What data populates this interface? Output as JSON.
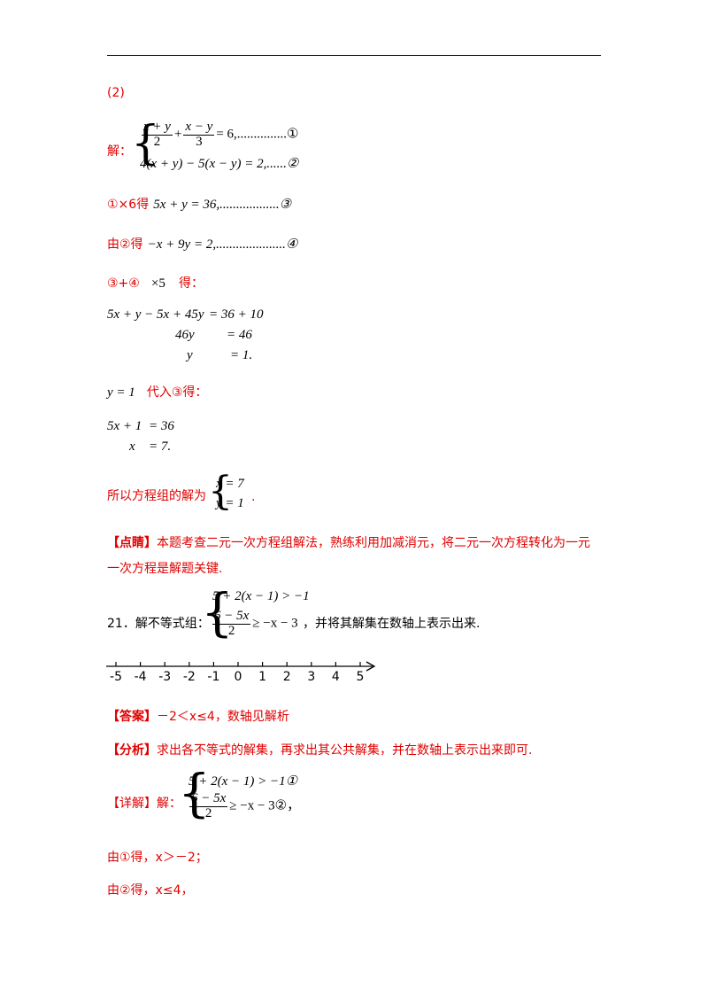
{
  "part_label": "(2)",
  "sol1": {
    "prefix": "解：",
    "eq1": {
      "num_a": "x + y",
      "den_a": "2",
      "plus": "+",
      "num_b": "x − y",
      "den_b": "3",
      "rest": "= 6,...............①"
    },
    "eq2": "4(x + y) − 5(x − y) = 2,......②"
  },
  "step1": {
    "left": "①×6",
    "mid": "得",
    "eq": "5x + y = 36,..................③"
  },
  "step2": {
    "left": "由②得",
    "eq": "−x + 9y = 2,.....................④"
  },
  "step3": {
    "left": "③+④",
    "mult": "×5",
    "right": "得："
  },
  "align1": {
    "r1l": "5x + y − 5x + 45y",
    "r1r": "= 36 + 10",
    "r2l": "46y",
    "r2r": "= 46",
    "r3l": "y",
    "r3r": "= 1."
  },
  "subst": {
    "eq": "y = 1",
    "text": "代入③得："
  },
  "align2": {
    "r1l": "5x + 1",
    "r1r": "= 36",
    "r2l": "x",
    "r2r": "= 7."
  },
  "conclusion": {
    "text": "所以方程组的解为",
    "l1": "x = 7",
    "l2": "y = 1",
    "dot": "."
  },
  "comment": {
    "tag": "【点睛】",
    "line1": "本题考查二元一次方程组解法，熟练利用加减消元，将二元一次方程转化为一元",
    "line2": "一次方程是解题关键."
  },
  "problem21": {
    "number": "21．解不等式组：",
    "ineq1": "5 + 2(x − 1) > −1",
    "frac_num": "6 − 5x",
    "frac_den": "2",
    "ineq2_rest": "≥ −x − 3",
    "suffix": "，并将其解集在数轴上表示出来."
  },
  "number_line": {
    "ticks": [
      "-5",
      "-4",
      "-3",
      "-2",
      "-1",
      "0",
      "1",
      "2",
      "3",
      "4",
      "5"
    ]
  },
  "answer": {
    "tag": "【答案】",
    "text": "－2＜x≤4，数轴见解析"
  },
  "analysis": {
    "tag": "【分析】",
    "text": "求出各不等式的解集，再求出其公共解集，并在数轴上表示出来即可."
  },
  "detail": {
    "tag": "【详解】解：",
    "ineq1": "5 + 2(x − 1) > −1①",
    "frac_num": "6 − 5x",
    "frac_den": "2",
    "ineq2_rest": "≥ −x − 3②",
    "comma": "，"
  },
  "res1": "由①得，x＞－2；",
  "res2": "由②得，x≤4，"
}
